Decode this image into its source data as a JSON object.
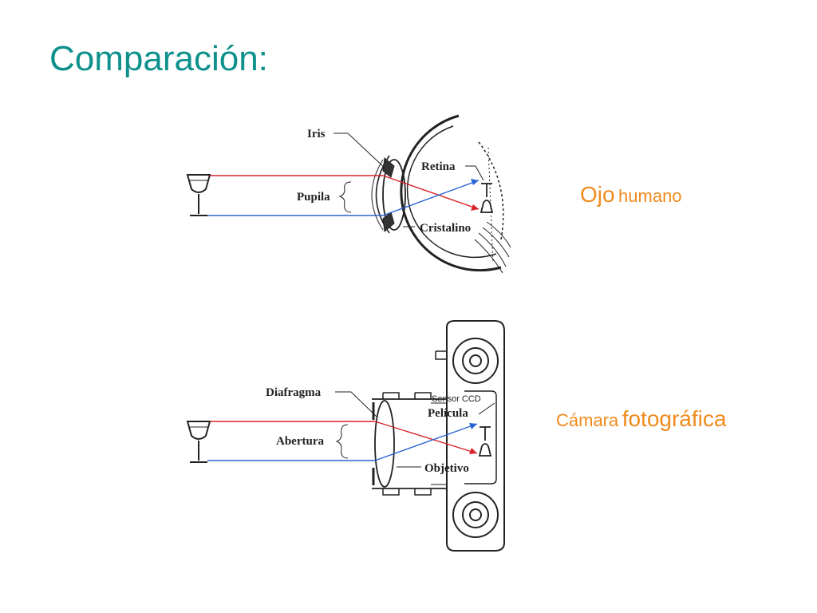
{
  "title": "Comparación:",
  "eye": {
    "labels": {
      "iris": "Iris",
      "pupila": "Pupila",
      "retina": "Retina",
      "cristalino": "Cristalino"
    },
    "caption_main": "Ojo",
    "caption_sub": "humano"
  },
  "camera": {
    "labels": {
      "diafragma": "Diafragma",
      "abertura": "Abertura",
      "sensor": "Sensor CCD",
      "pelicula": "Película",
      "objetivo": "Objetivo"
    },
    "caption_sub": "Cámara",
    "caption_main": "fotográfica"
  },
  "colors": {
    "title": "#0e918c",
    "caption": "#f08a1c",
    "ray_top": "#d8232a",
    "ray_bottom": "#2a62d4"
  }
}
